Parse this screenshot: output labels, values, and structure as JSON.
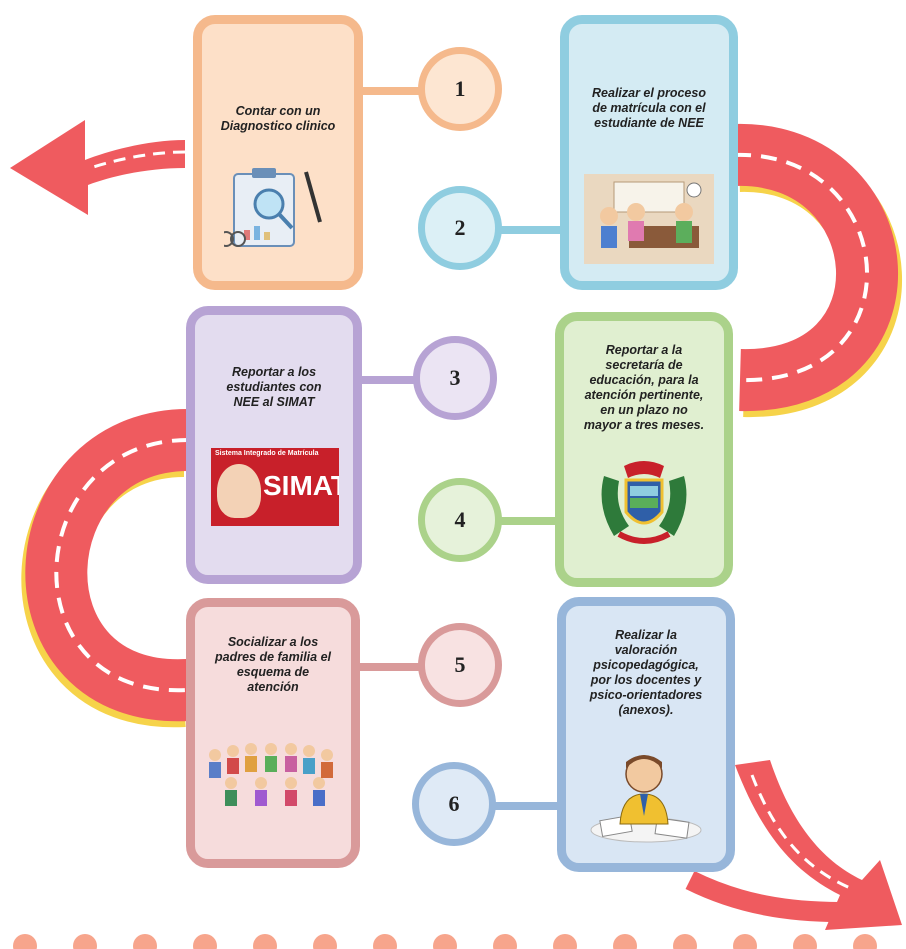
{
  "steps": [
    {
      "number": "1",
      "text": "Contar con un\nDiagnostico clinico",
      "icon": "clipboard-diagnosis-icon",
      "fill": "#fde0c8",
      "border": "#f5b98c",
      "circle_fill": "#fde6d2"
    },
    {
      "number": "2",
      "text": "Realizar el proceso\nde matrícula con el\nestudiante de NEE",
      "icon": "enrollment-meeting-illustration",
      "fill": "#d4ebf3",
      "border": "#8fcde0",
      "circle_fill": "#dcf0f6"
    },
    {
      "number": "3",
      "text": "Reportar a los\nestudiantes con\nNEE al SIMAT",
      "icon": "simat-logo",
      "fill": "#e3dcef",
      "border": "#b7a3d4",
      "circle_fill": "#ebe4f3"
    },
    {
      "number": "4",
      "text": "Reportar a la\nsecretaría de\neducación, para la\natención pertinente,\nen un plazo no\nmayor a tres meses.",
      "icon": "coat-of-arms-icon",
      "fill": "#e0efd0",
      "border": "#abd28a",
      "circle_fill": "#e6f2da"
    },
    {
      "number": "5",
      "text": "Socializar a los\npadres de familia el\nesquema de\natención",
      "icon": "parents-meeting-illustration",
      "fill": "#f6dcdc",
      "border": "#d99a9a",
      "circle_fill": "#f8e2e2"
    },
    {
      "number": "6",
      "text": "Realizar la\nvaloración\npsicopedagógica,\npor los docentes y\npsico-orientadores\n(anexos).",
      "icon": "teacher-evaluating-illustration",
      "fill": "#d9e6f4",
      "border": "#97b6da",
      "circle_fill": "#dfeaf6"
    }
  ],
  "simat_logo": {
    "caption": "Sistema Integrado de Matrícula",
    "word": "SIMAT"
  },
  "colors": {
    "road": "#ef5b5f",
    "road_shadow": "#f6d34a",
    "road_dash": "#ffffff",
    "dots": "#f7a58c"
  }
}
